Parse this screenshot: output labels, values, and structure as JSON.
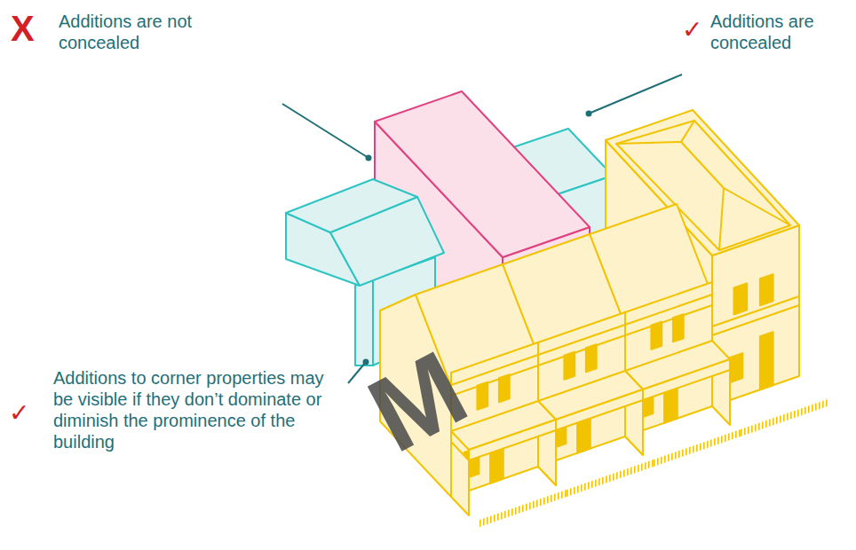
{
  "diagram": {
    "labels": [
      "X",
      "Additions are not concealed",
      "✓",
      "Additions are concealed",
      "✓",
      "Additions to corner properties may be visible if they don’t dominate or diminish the prominence of the building",
      "M"
    ]
  }
}
